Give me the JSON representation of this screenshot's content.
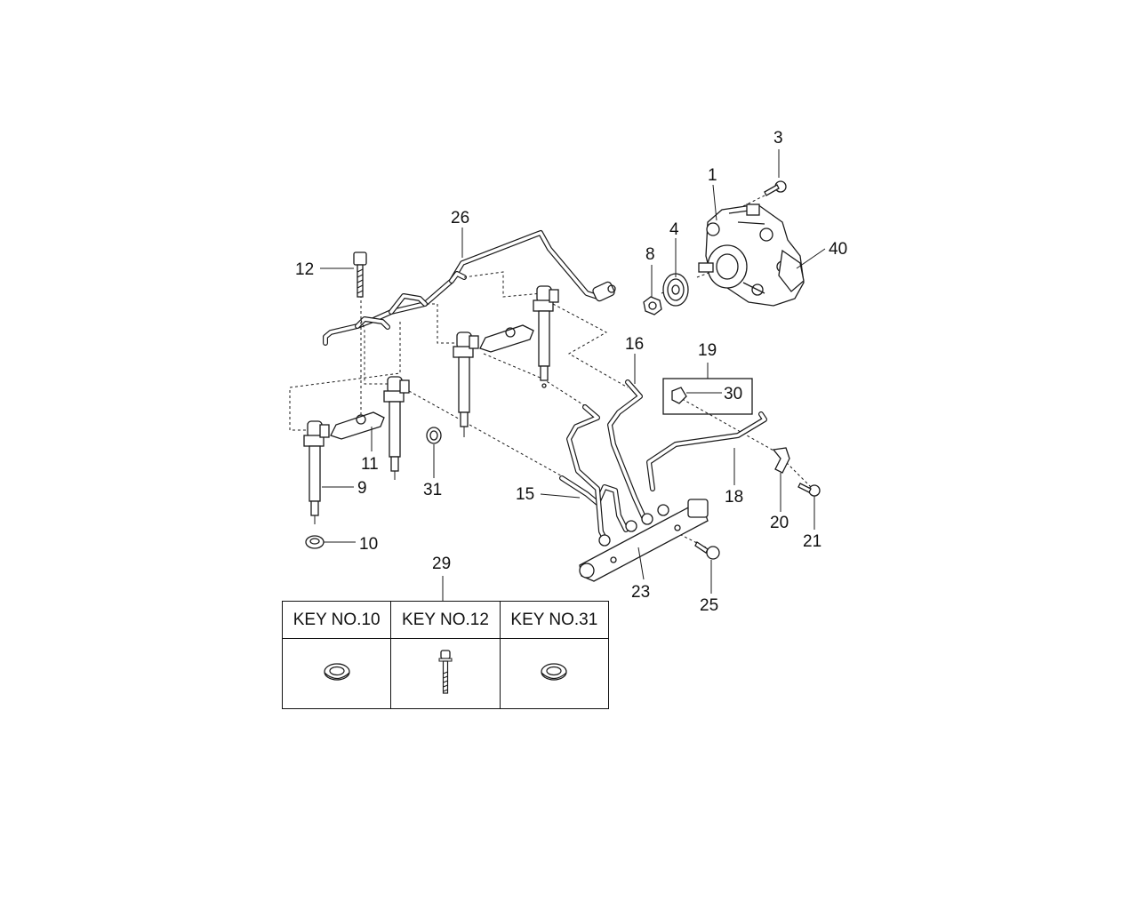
{
  "callouts": {
    "c1": "1",
    "c3": "3",
    "c4": "4",
    "c8": "8",
    "c9": "9",
    "c10": "10",
    "c11": "11",
    "c12": "12",
    "c15": "15",
    "c16": "16",
    "c18": "18",
    "c19": "19",
    "c20": "20",
    "c21": "21",
    "c23": "23",
    "c25": "25",
    "c26": "26",
    "c29": "29",
    "c30": "30",
    "c31": "31",
    "c40": "40"
  },
  "key_table": {
    "col1": "KEY NO.10",
    "col2": "KEY NO.12",
    "col3": "KEY NO.31"
  },
  "icons": {
    "washer_10": "washer-icon",
    "bolt_12": "bolt-icon",
    "washer_31": "washer-icon"
  }
}
